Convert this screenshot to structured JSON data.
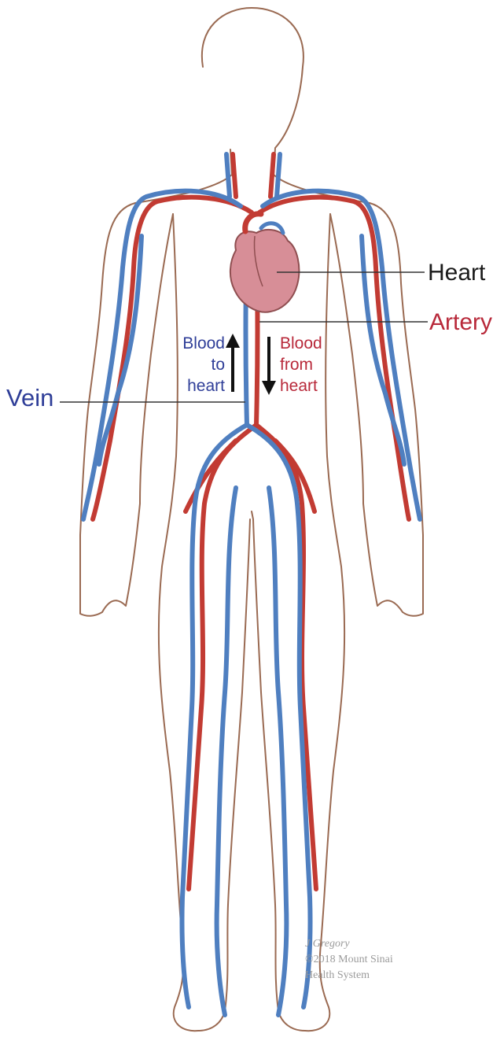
{
  "colors": {
    "outline": "#9a6a52",
    "artery": "#c23b33",
    "vein": "#4f7fc0",
    "heart": "#d78e97",
    "label_dark": "#1a1a1a",
    "label_artery": "#b8293a",
    "label_vein": "#2f3e98"
  },
  "labels": {
    "heart": "Heart",
    "artery": "Artery",
    "vein": "Vein",
    "blood_to_heart": [
      "Blood",
      "to",
      "heart"
    ],
    "blood_from_heart": [
      "Blood",
      "from",
      "heart"
    ]
  },
  "credit": {
    "author": "J Gregory",
    "copyright": "©2018 Mount Sinai",
    "org": "Health System"
  },
  "icons": {
    "up_arrow": "up-arrow-icon",
    "down_arrow": "down-arrow-icon"
  }
}
